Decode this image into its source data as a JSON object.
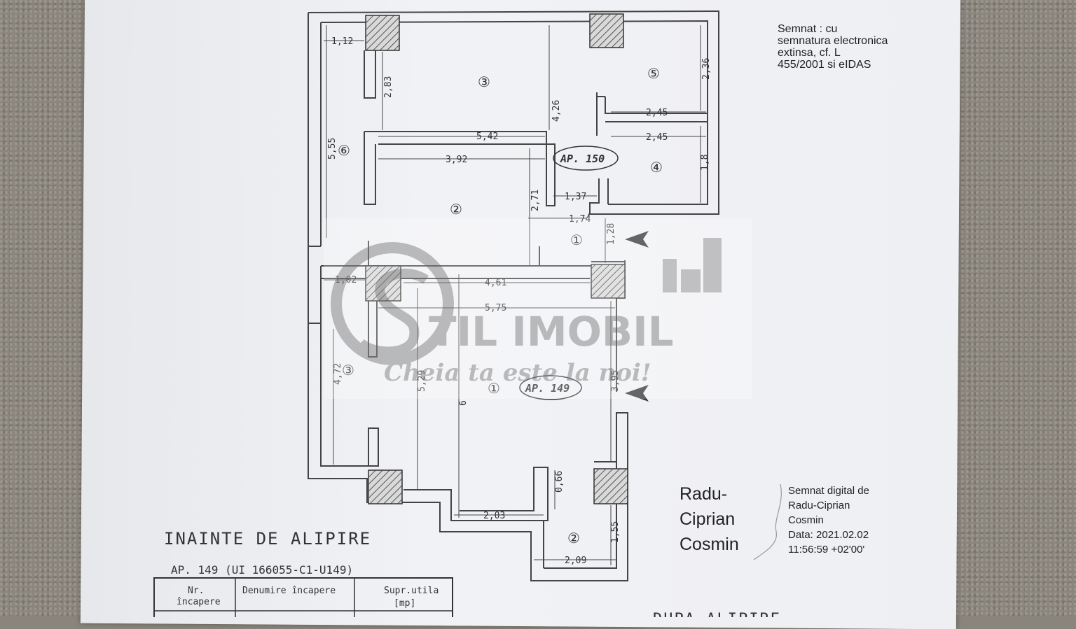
{
  "header_signature": {
    "lines": [
      "Semnat : cu",
      "semnatura electronica",
      "extinsa, cf. L",
      "455/2001 si eIDAS"
    ]
  },
  "apartments": {
    "upper": {
      "label": "AP. 150"
    },
    "lower": {
      "label": "AP. 149"
    }
  },
  "room_numbers": {
    "upper": [
      "③",
      "⑤",
      "⑥",
      "④",
      "②",
      "①"
    ],
    "lower": [
      "③",
      "①",
      "②"
    ]
  },
  "dimensions": {
    "upper": [
      "1,12",
      "2,83",
      "4,26",
      "2,36",
      "2,45",
      "5,42",
      "2,45",
      "5,55",
      "3,92",
      "1,8",
      "1,37",
      "2,71",
      "1,74",
      "1,28"
    ],
    "lower": [
      "1,02",
      "4,61",
      "5,75",
      "4,72",
      "5,29",
      "6",
      "3,95",
      "0,66",
      "2,03",
      "1,55",
      "2,09"
    ]
  },
  "watermark": {
    "brand": "TIL IMOBIL",
    "tagline": "Cheia ta este la noi!"
  },
  "digital_signature": {
    "name_lines": [
      "Radu-",
      "Ciprian",
      "Cosmin"
    ],
    "detail_lines": [
      "Semnat digital de",
      "Radu-Ciprian",
      "Cosmin",
      "Data: 2021.02.02",
      "11:56:59 +02'00'"
    ]
  },
  "section_title": "INAINTE DE ALIPIRE",
  "apartment_reference": "AP. 149 (UI 166055-C1-U149)",
  "table": {
    "headers": [
      [
        "Nr.",
        "încapere"
      ],
      [
        "Denumire încapere"
      ],
      [
        "Supr.utila",
        "[mp]"
      ]
    ]
  },
  "footer_cut_text": "DUPA ALIPIRE",
  "colors": {
    "wall": "#444444",
    "paper": "#eef0f3",
    "watermark": "#9b9b9b",
    "background": "#8b867d"
  }
}
